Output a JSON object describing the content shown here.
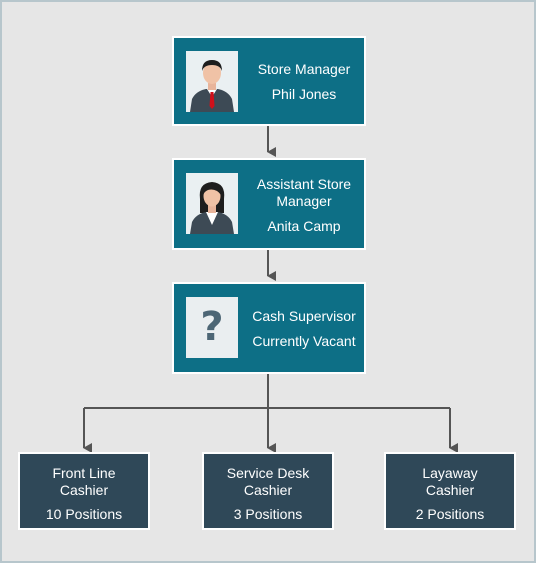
{
  "chart": {
    "nodes": {
      "manager": {
        "title": "Store Manager",
        "name": "Phil Jones",
        "photo": "male-avatar-icon"
      },
      "assistant": {
        "title_line1": "Assistant Store",
        "title_line2": "Manager",
        "name": "Anita Camp",
        "photo": "female-avatar-icon"
      },
      "supervisor": {
        "title": "Cash Supervisor",
        "name": "Currently Vacant",
        "photo_glyph": "?"
      },
      "front_line": {
        "title_line1": "Front Line",
        "title_line2": "Cashier",
        "positions": "10 Positions"
      },
      "service_desk": {
        "title_line1": "Service Desk",
        "title_line2": "Cashier",
        "positions": "3 Positions"
      },
      "layaway": {
        "title_line1": "Layaway",
        "title_line2": "Cashier",
        "positions": "2 Positions"
      }
    },
    "colors": {
      "background": "#e6e6e6",
      "manager_box": "#0d6f86",
      "cashier_box": "#2f4858",
      "connector": "#555555",
      "frame": "#b7c6cc"
    }
  }
}
